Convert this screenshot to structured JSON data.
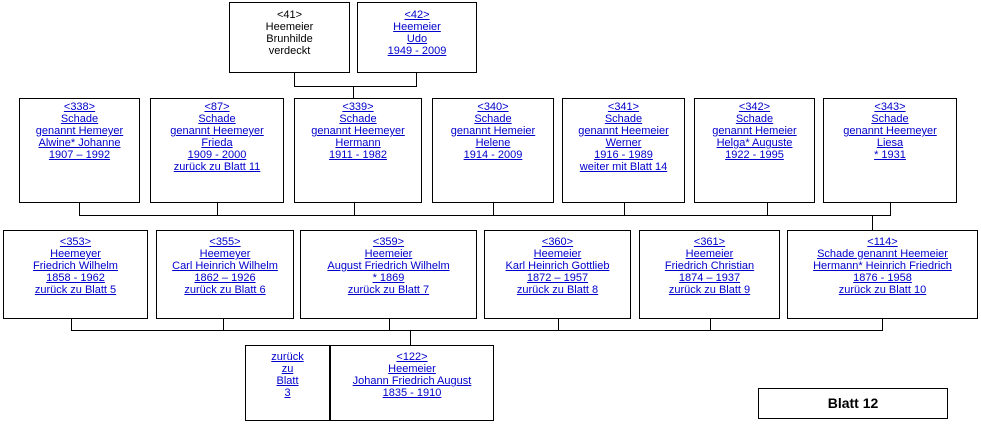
{
  "boxes": {
    "b41": {
      "lines": [
        "<41>",
        "Heemeier",
        "Brunhilde",
        "verdeckt"
      ],
      "linked": false
    },
    "b42": {
      "lines": [
        "<42>",
        "Heemeier",
        "Udo",
        "1949 - 2009"
      ],
      "linked": true
    },
    "b338": {
      "lines": [
        "<338>",
        "Schade",
        "genannt Hemeyer",
        "Alwine* Johanne",
        "1907 – 1992"
      ],
      "linked": true
    },
    "b87": {
      "lines": [
        "<87>",
        "Schade",
        "genannt Heemeyer",
        "Frieda",
        "1909 - 2000",
        "zurück zu Blatt 11"
      ],
      "linked": true
    },
    "b339": {
      "lines": [
        "<339>",
        "Schade",
        "genannt Heemeyer",
        "Hermann",
        "1911 - 1982"
      ],
      "linked": true
    },
    "b340": {
      "lines": [
        "<340>",
        "Schade",
        "genannt Hemeier",
        "Helene",
        "1914 - 2009"
      ],
      "linked": true
    },
    "b341": {
      "lines": [
        "<341>",
        "Schade",
        "genannt Heemeier",
        "Werner",
        "1916 - 1989",
        "weiter mit Blatt 14"
      ],
      "linked": true
    },
    "b342": {
      "lines": [
        "<342>",
        "Schade",
        "genannt Hemeier",
        "Helga* Auguste",
        "1922 - 1995"
      ],
      "linked": true
    },
    "b343": {
      "lines": [
        "<343>",
        "Schade",
        "genannt Heemeyer",
        "Liesa",
        "* 1931"
      ],
      "linked": true
    },
    "b353": {
      "lines": [
        "<353>",
        "Heemeyer",
        "Friedrich Wilhelm",
        "1858 - 1962",
        "zurück zu Blatt 5"
      ],
      "linked": true
    },
    "b355": {
      "lines": [
        "<355>",
        "Heemeyer",
        "Carl Heinrich Wilhelm",
        "1862 – 1926",
        "zurück zu Blatt 6"
      ],
      "linked": true
    },
    "b359": {
      "lines": [
        "<359>",
        "Heemeier",
        "August Friedrich Wilhelm",
        "* 1869",
        "zurück zu Blatt 7"
      ],
      "linked": true
    },
    "b360": {
      "lines": [
        "<360>",
        "Heemeier",
        "Karl Heinrich Gottlieb",
        "1872 – 1957",
        "zurück zu Blatt 8"
      ],
      "linked": true
    },
    "b361": {
      "lines": [
        "<361>",
        "Heemeier",
        "Friedrich Christian",
        "1874 – 1937",
        "zurück zu Blatt 9"
      ],
      "linked": true
    },
    "b114": {
      "lines": [
        "<114>",
        "Schade genannt Heemeier",
        "Hermann* Heinrich Friedrich",
        "1876 - 1958",
        "zurück zu Blatt 10"
      ],
      "linked": true
    },
    "bback": {
      "lines": [
        "zurück",
        "zu",
        "Blatt",
        "3"
      ],
      "linked": true
    },
    "b122": {
      "lines": [
        "<122>",
        "Heemeier",
        "Johann Friedrich August",
        "1835 - 1910"
      ],
      "linked": true
    }
  },
  "sheet_label": "Blatt 12"
}
